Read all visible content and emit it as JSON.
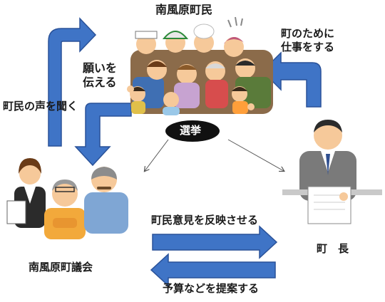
{
  "nodes": {
    "townspeople": "南風原町民",
    "council": "南風原町議会",
    "mayor": "町　長",
    "election": "選挙"
  },
  "flows": {
    "wishes_line1": "願いを",
    "wishes_line2": "伝える",
    "listen": "町民の声を聞く",
    "work_line1": "町のために",
    "work_line2": "仕事をする",
    "reflect": "町民意見を反映させる",
    "propose": "予算などを提案する"
  },
  "colors": {
    "arrow_blue": "#3f74c6",
    "arrow_border": "#2a5299",
    "election_bg": "#111111"
  }
}
